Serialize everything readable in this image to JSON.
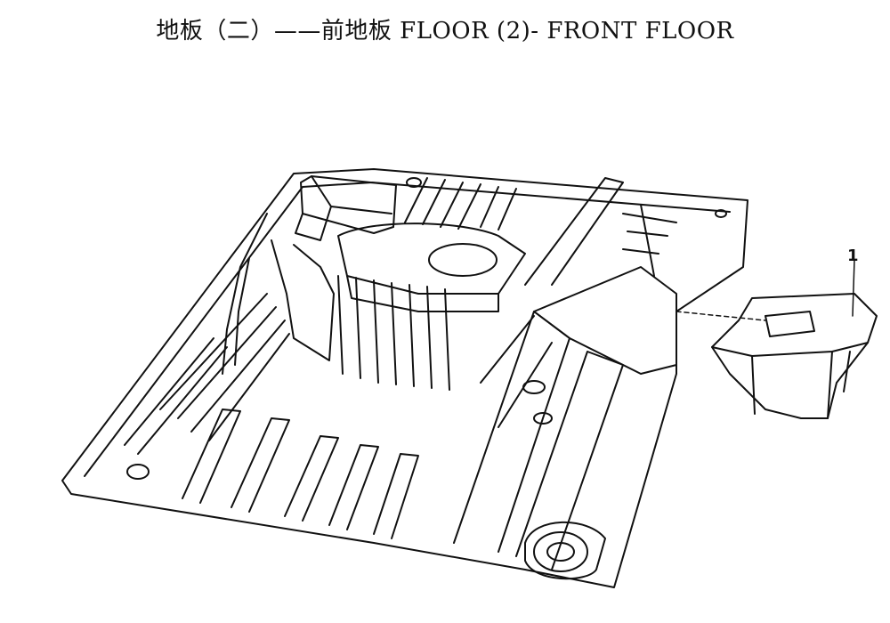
{
  "title": {
    "cn": "地板（二）——前地板",
    "en": "FLOOR (2)- FRONT FLOOR"
  },
  "callouts": [
    {
      "number": "1"
    }
  ],
  "colors": {
    "line": "#111111",
    "background": "#ffffff"
  }
}
